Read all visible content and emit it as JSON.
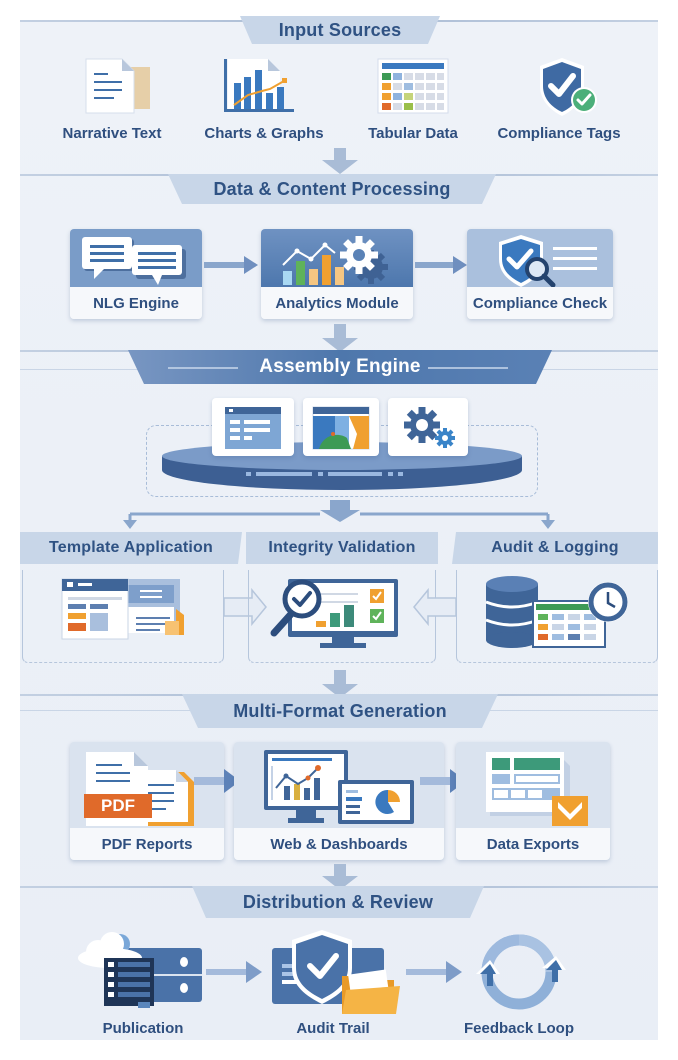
{
  "colors": {
    "panel_bg": "#eaeff7",
    "banner_light": "#c8d6e8",
    "banner_dark": "#4d77a8",
    "text_dark": "#2f4f7f",
    "accent_blue": "#3f6fa8",
    "accent_orange": "#f0a030",
    "accent_green": "#4caf7a",
    "accent_red_orange": "#e06a2a"
  },
  "sections": {
    "input_sources": {
      "title": "Input Sources",
      "items": [
        {
          "label": "Narrative Text",
          "icon": "document-icon"
        },
        {
          "label": "Charts & Graphs",
          "icon": "bar-chart-icon"
        },
        {
          "label": "Tabular Data",
          "icon": "table-icon"
        },
        {
          "label": "Compliance Tags",
          "icon": "shield-check-icon"
        }
      ]
    },
    "processing": {
      "title": "Data & Content Processing",
      "items": [
        {
          "label": "NLG Engine",
          "icon": "chat-bubbles-icon"
        },
        {
          "label": "Analytics Module",
          "icon": "analytics-gear-icon"
        },
        {
          "label": "Compliance Check",
          "icon": "shield-search-icon"
        }
      ]
    },
    "assembly": {
      "title": "Assembly Engine",
      "modules": [
        "form-layout-icon",
        "layout-chart-icon",
        "gears-icon"
      ]
    },
    "branches": {
      "items": [
        {
          "label": "Template Application",
          "icon": "template-icon"
        },
        {
          "label": "Integrity Validation",
          "icon": "monitor-validation-icon"
        },
        {
          "label": "Audit & Logging",
          "icon": "database-clock-icon"
        }
      ]
    },
    "generation": {
      "title": "Multi-Format Generation",
      "items": [
        {
          "label": "PDF Reports",
          "icon": "pdf-icon",
          "badge": "PDF"
        },
        {
          "label": "Web & Dashboards",
          "icon": "dashboard-icon"
        },
        {
          "label": "Data Exports",
          "icon": "export-icon"
        }
      ]
    },
    "distribution": {
      "title": "Distribution & Review",
      "items": [
        {
          "label": "Publication",
          "icon": "cloud-server-icon"
        },
        {
          "label": "Audit Trail",
          "icon": "shield-folder-icon"
        },
        {
          "label": "Feedback Loop",
          "icon": "cycle-arrows-icon"
        }
      ]
    }
  }
}
